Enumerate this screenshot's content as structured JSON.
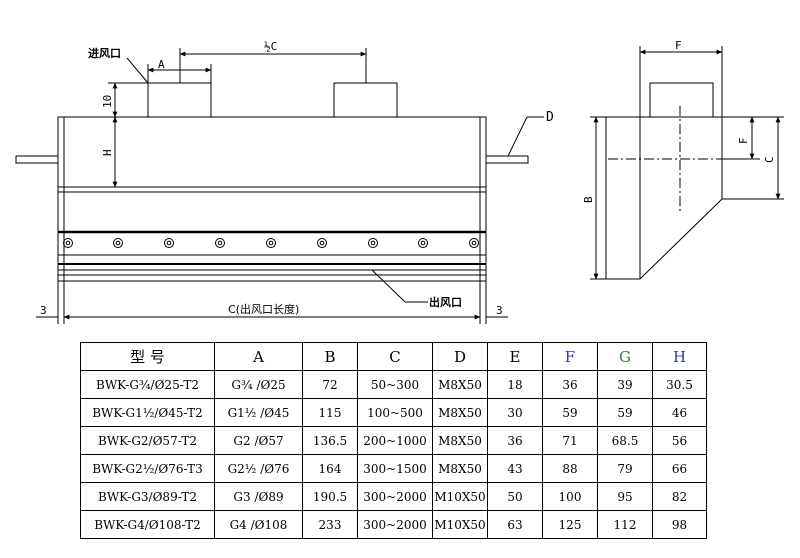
{
  "drawing": {
    "labels": {
      "inlet": "进风口",
      "outlet": "出风口",
      "c_length": "C(出风口长度)",
      "half_c": "½C",
      "A": "A",
      "D": "D",
      "H": "H",
      "ten": "10",
      "three_left": "3",
      "three_right": "3",
      "F_top": "F",
      "F_side": "F",
      "B": "B",
      "C": "C"
    }
  },
  "table": {
    "headers": [
      "型 号",
      "A",
      "B",
      "C",
      "D",
      "E",
      "F",
      "G",
      "H"
    ],
    "rows": [
      [
        "BWK-G¾/Ø25-T2",
        "G¾ /Ø25",
        "72",
        "50~300",
        "M8X50",
        "18",
        "36",
        "39",
        "30.5"
      ],
      [
        "BWK-G1½/Ø45-T2",
        "G1½ /Ø45",
        "115",
        "100~500",
        "M8X50",
        "30",
        "59",
        "59",
        "46"
      ],
      [
        "BWK-G2/Ø57-T2",
        "G2 /Ø57",
        "136.5",
        "200~1000",
        "M8X50",
        "36",
        "71",
        "68.5",
        "56"
      ],
      [
        "BWK-G2½/Ø76-T3",
        "G2½ /Ø76",
        "164",
        "300~1500",
        "M8X50",
        "43",
        "88",
        "79",
        "66"
      ],
      [
        "BWK-G3/Ø89-T2",
        "G3 /Ø89",
        "190.5",
        "300~2000",
        "M10X50",
        "50",
        "100",
        "95",
        "82"
      ],
      [
        "BWK-G4/Ø108-T2",
        "G4 /Ø108",
        "233",
        "300~2000",
        "M10X50",
        "63",
        "125",
        "112",
        "98"
      ]
    ]
  },
  "colors": {
    "F_header": "#1f3f9f",
    "G_header": "#2e7d32",
    "H_header": "#1f3f9f"
  }
}
